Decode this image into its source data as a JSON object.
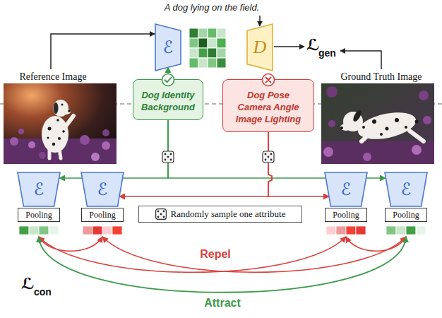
{
  "diagram": {
    "nodes": [
      {
        "text": [
          "ℰ"
        ]
      },
      {
        "text": [
          "D"
        ]
      },
      {
        "text": [
          "Dog Identity Background"
        ]
      },
      {
        "text": [
          "Dog Pose Camera Angle Image Lighting"
        ]
      },
      {
        "text": [
          "ℰ"
        ]
      },
      {
        "text": [
          "ℰ"
        ]
      },
      {
        "text": [
          "ℰ"
        ]
      },
      {
        "text": [
          "ℰ"
        ]
      },
      {
        "text": [
          "Pooling"
        ]
      },
      {
        "text": [
          "Pooling"
        ]
      },
      {
        "text": [
          "Pooling"
        ]
      },
      {
        "text": [
          "Pooling"
        ]
      },
      {
        "text": [
          "Randomly sample one attribute"
        ]
      }
    ],
    "edges": [
      {
        "from": 2,
        "to": 0,
        "arrow": "to"
      },
      {
        "from": 2,
        "to": 4,
        "arrow": "to"
      },
      {
        "from": 2,
        "to": 7,
        "arrow": "to"
      },
      {
        "from": 3,
        "to": 5,
        "arrow": "to"
      },
      {
        "from": 3,
        "to": 6,
        "arrow": "to"
      }
    ],
    "labels": [
      "A dog lying on the field.",
      "ℒ",
      "gen",
      "Reference Image",
      "Ground Truth Image",
      "Repel",
      "Attract",
      "ℒ",
      "con"
    ]
  }
}
